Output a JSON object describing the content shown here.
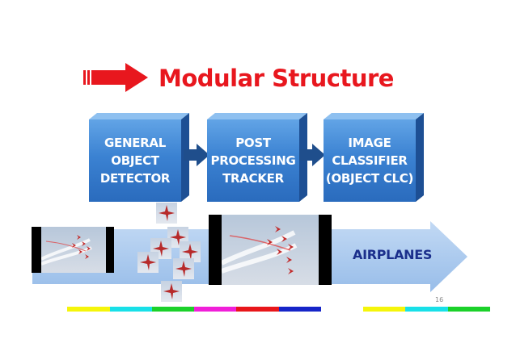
{
  "title": "Modular Structure",
  "boxes": [
    {
      "label": "GENERAL\nOBJECT\nDETECTOR"
    },
    {
      "label": "POST\nPROCESSING\nTRACKER"
    },
    {
      "label": "IMAGE\nCLASSIFIER\n(OBJECT CLC)"
    }
  ],
  "output_label": "AIRPLANES",
  "page_number": "16",
  "colors": {
    "title": "#e8171e",
    "box": "#3b82d2",
    "big_arrow": "#a9c8ee",
    "connector": "#1f4e8c",
    "output_label": "#1b2f8c"
  },
  "color_strip": [
    "#ffffff",
    "#f5f50a",
    "#18e0e8",
    "#1bd12a",
    "#f01fd8",
    "#e8161a",
    "#1625c8",
    "#ffffff",
    "#f5f50a",
    "#18e0e8",
    "#1bd12a"
  ]
}
